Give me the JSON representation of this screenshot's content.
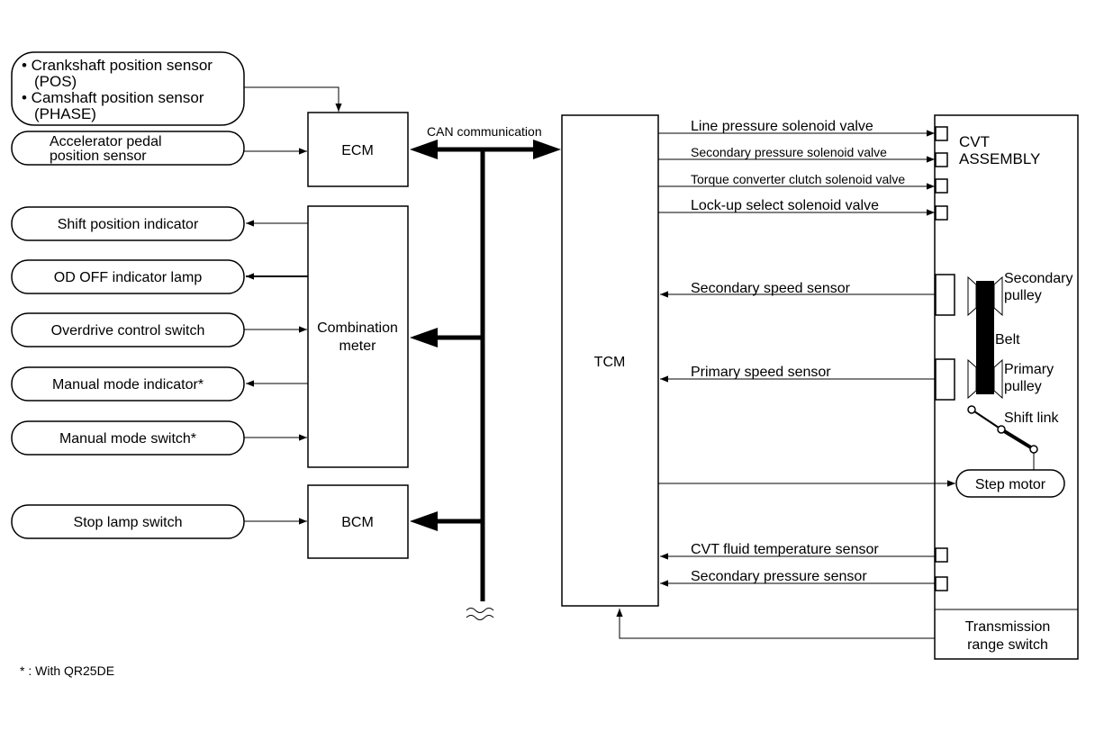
{
  "inputs": {
    "crank_cam": {
      "line1": "• Crankshaft position sensor",
      "line2": "(POS)",
      "line3": "• Camshaft position sensor",
      "line4": "(PHASE)"
    },
    "accelerator": {
      "line1": "Accelerator pedal",
      "line2": "position sensor"
    },
    "shift_position_indicator": "Shift position indicator",
    "od_off_lamp": "OD OFF indicator lamp",
    "overdrive_switch": "Overdrive control switch",
    "manual_mode_indicator": "Manual mode indicator*",
    "manual_mode_switch": "Manual mode switch*",
    "stop_lamp_switch": "Stop lamp switch"
  },
  "modules": {
    "ecm": "ECM",
    "combination_meter": {
      "line1": "Combination",
      "line2": "meter"
    },
    "bcm": "BCM",
    "tcm": "TCM"
  },
  "can_label": "CAN communication",
  "outputs": {
    "line_pressure": "Line pressure solenoid valve",
    "secondary_pressure_valve": "Secondary pressure solenoid valve",
    "torque_converter": "Torque converter clutch solenoid valve",
    "lockup_select": "Lock-up select solenoid valve",
    "secondary_speed": "Secondary speed sensor",
    "primary_speed": "Primary speed sensor",
    "cvt_fluid_temp": "CVT fluid temperature sensor",
    "secondary_pressure_sensor": "Secondary pressure sensor"
  },
  "cvt": {
    "title1": "CVT",
    "title2": "ASSEMBLY",
    "secondary_pulley1": "Secondary",
    "secondary_pulley2": "pulley",
    "belt": "Belt",
    "primary_pulley1": "Primary",
    "primary_pulley2": "pulley",
    "shift_link": "Shift link",
    "step_motor": "Step motor",
    "trs1": "Transmission",
    "trs2": "range switch"
  },
  "footnote": "* : With QR25DE"
}
